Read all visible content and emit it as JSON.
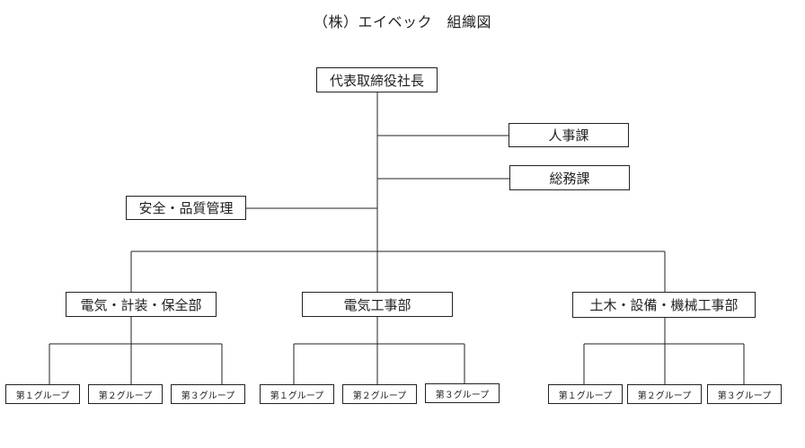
{
  "title": "（株）エイベック　組織図",
  "ceo": "代表取締役社長",
  "hr": "人事課",
  "general_affairs": "総務課",
  "safety_quality": "安全・品質管理",
  "departments": [
    {
      "name": "電気・計装・保全部",
      "groups": [
        "第１グループ",
        "第２グループ",
        "第３グループ"
      ]
    },
    {
      "name": "電気工事部",
      "groups": [
        "第１グループ",
        "第２グループ",
        "第３グループ"
      ]
    },
    {
      "name": "土木・設備・機械工事部",
      "groups": [
        "第１グループ",
        "第２グループ",
        "第３グループ"
      ]
    }
  ]
}
